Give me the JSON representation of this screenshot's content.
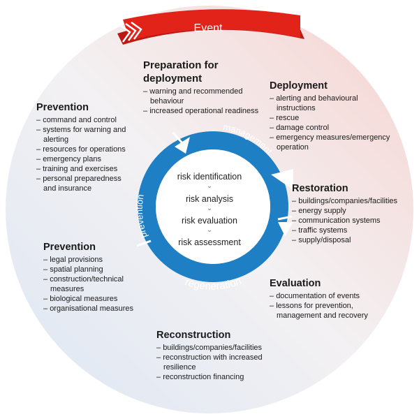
{
  "event_label": "Event",
  "ring_labels": {
    "management": "management",
    "regeneration": "regeneration",
    "prevention": "prevention"
  },
  "center": {
    "items": [
      "risk identification",
      "risk analysis",
      "risk evaluation",
      "risk assessment"
    ],
    "separator": "⌄"
  },
  "blocks": {
    "preparation": {
      "title_line1": "Preparation for",
      "title_line2": "deployment",
      "items": [
        "warning and recommended behaviour",
        "increased operational readiness"
      ]
    },
    "deployment": {
      "title": "Deployment",
      "items": [
        "alerting and behavioural instructions",
        "rescue",
        "damage control",
        "emergency measures/emergency operation"
      ]
    },
    "prevention_top": {
      "title": "Prevention",
      "items": [
        "command and control",
        "systems for warning and alerting",
        "resources for operations",
        "emergency plans",
        "training and exercises",
        "personal preparedness and insurance"
      ]
    },
    "restoration": {
      "title": "Restoration",
      "items": [
        "buildings/companies/facilities",
        "energy supply",
        "communication systems",
        "traffic systems",
        "supply/disposal"
      ]
    },
    "prevention_bottom": {
      "title": "Prevention",
      "items": [
        "legal provisions",
        "spatial planning",
        "construction/technical measures",
        "biological measures",
        "organisational measures"
      ]
    },
    "evaluation": {
      "title": "Evaluation",
      "items": [
        "documentation of events",
        "lessons for prevention, management and recovery"
      ]
    },
    "reconstruction": {
      "title": "Reconstruction",
      "items": [
        "buildings/companies/facilities",
        "reconstruction with increased resilience",
        "reconstruction financing"
      ]
    }
  },
  "colors": {
    "ring_blue": "#1f7fc4",
    "event_red": "#e2231a",
    "bg_pink": "#f6d6d2",
    "bg_blue": "#dfe6f3"
  }
}
